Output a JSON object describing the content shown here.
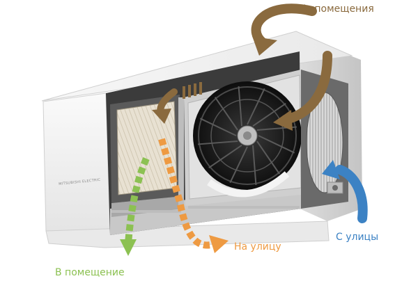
{
  "diagram": {
    "device_brand": "MITSUBISHI ELECTRIC",
    "flows": [
      {
        "id": "from-room",
        "label": "Из помещения",
        "color": "#8a6a3e"
      },
      {
        "id": "to-outside",
        "label": "На улицу",
        "color": "#ee9a42"
      },
      {
        "id": "from-street",
        "label": "С улицы",
        "color": "#3c82c4"
      },
      {
        "id": "to-room",
        "label": "В помещение",
        "color": "#8cc152"
      }
    ],
    "colors": {
      "housing": "#f2f2f2",
      "housing_shadow": "#d8d8d8",
      "fan_dark": "#1a1a1a",
      "filter": "#e6dfd0"
    }
  }
}
